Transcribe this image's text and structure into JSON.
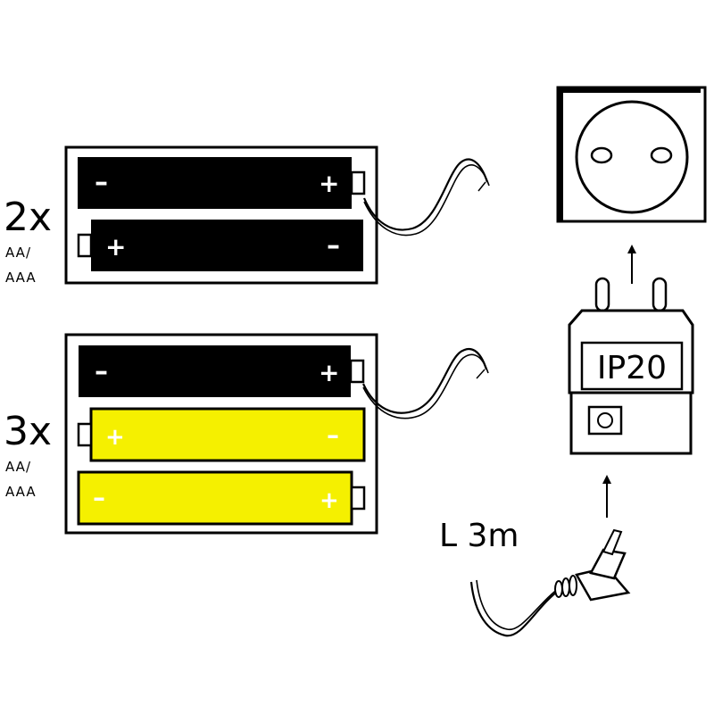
{
  "pack_2x": {
    "count": "2x",
    "type_line1": "AA/",
    "type_line2": "AAA",
    "battery_color": "#000000",
    "sign_color": "#ffffff"
  },
  "pack_3x": {
    "count": "3x",
    "type_line1": "AA/",
    "type_line2": "AAA",
    "battery_top_color": "#000000",
    "battery_color": "#f5f000",
    "sign_color": "#ffffff"
  },
  "signs": {
    "plus": "+",
    "minus": "–"
  },
  "adapter": {
    "rating": "IP20"
  },
  "cable": {
    "length": "L 3m"
  }
}
